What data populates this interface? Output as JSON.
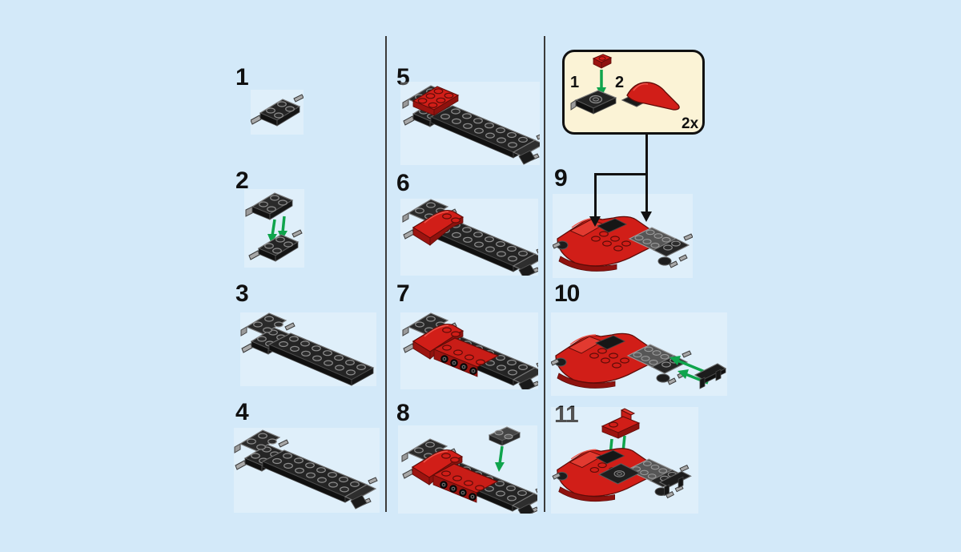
{
  "colors": {
    "background": "#d3e9f9",
    "brick_red": "#d11e18",
    "brick_red_shadow": "#8e120e",
    "brick_dark": "#242424",
    "brick_gray": "#565656",
    "pin_gray": "#a8a8a8",
    "arrow_green": "#0fa44c",
    "arrow_black": "#111111",
    "callout_background": "#fbf3d6",
    "callout_border": "#111111",
    "divider": "#3b3b3b"
  },
  "steps": [
    {
      "number": "1"
    },
    {
      "number": "2"
    },
    {
      "number": "3"
    },
    {
      "number": "4"
    },
    {
      "number": "5"
    },
    {
      "number": "6"
    },
    {
      "number": "7"
    },
    {
      "number": "8"
    },
    {
      "number": "9"
    },
    {
      "number": "10"
    },
    {
      "number": "11"
    }
  ],
  "callout": {
    "part1_label": "1",
    "part2_label": "2",
    "quantity_label": "2x"
  },
  "icons": {
    "green-arrow-icon": "svg-polygon-arrow",
    "black-arrow-icon": "css-triangle-arrow"
  }
}
